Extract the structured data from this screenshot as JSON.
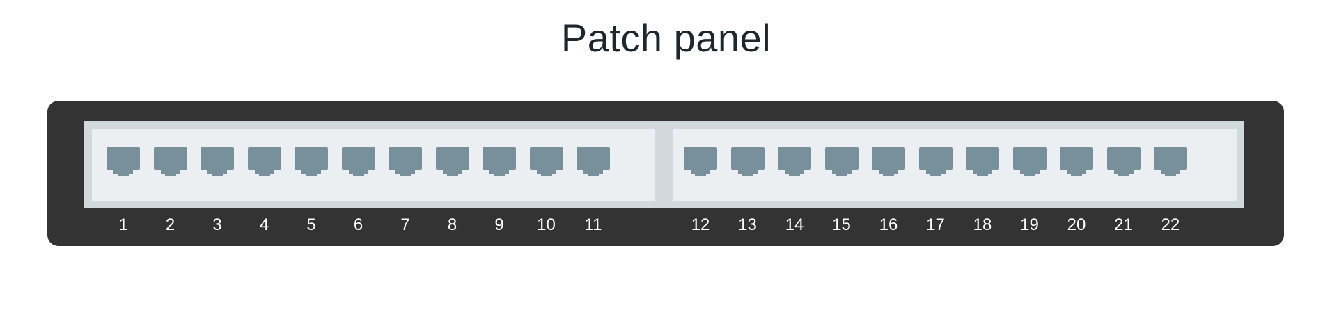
{
  "title": "Patch panel",
  "colors": {
    "chassis": "#333333",
    "faceplate": "#d2d9dc",
    "port_block": "#eceff1",
    "port": "#78909c",
    "label": "#ffffff"
  },
  "port_icon": "ethernet-port-icon",
  "blocks": [
    {
      "ports": [
        "1",
        "2",
        "3",
        "4",
        "5",
        "6",
        "7",
        "8",
        "9",
        "10",
        "11"
      ]
    },
    {
      "ports": [
        "12",
        "13",
        "14",
        "15",
        "16",
        "17",
        "18",
        "19",
        "20",
        "21",
        "22"
      ]
    }
  ]
}
